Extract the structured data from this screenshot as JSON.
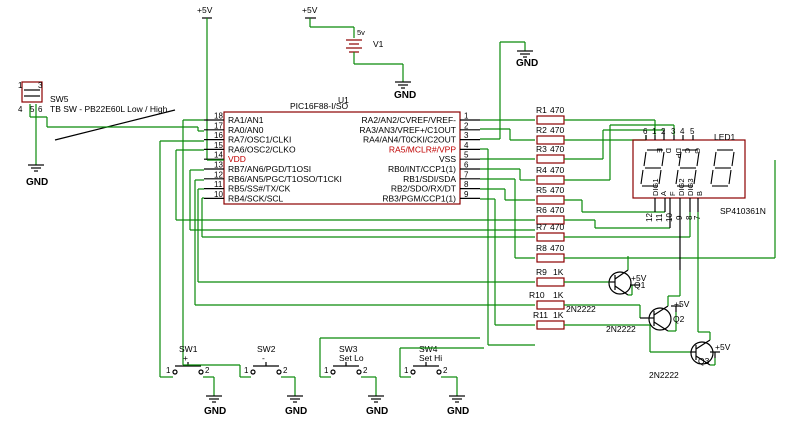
{
  "power": {
    "vplus": "+5V",
    "gnd": "GND",
    "v1_voltage": "5v",
    "v1_ref": "V1"
  },
  "u1": {
    "ref": "U1",
    "part": "PIC16F88-I/SO",
    "left_pins": [
      {
        "num": "18",
        "label": "RA1/AN1"
      },
      {
        "num": "17",
        "label": "RA0/AN0"
      },
      {
        "num": "16",
        "label": "RA7/OSC1/CLKI"
      },
      {
        "num": "15",
        "label": "RA6/OSC2/CLKO"
      },
      {
        "num": "14",
        "label": "VDD"
      },
      {
        "num": "13",
        "label": "RB7/AN6/PGD/T1OSI"
      },
      {
        "num": "12",
        "label": "RB6/AN5/PGC/T1OSO/T1CKI"
      },
      {
        "num": "11",
        "label": "RB5/SS#/TX/CK"
      },
      {
        "num": "10",
        "label": "RB4/SCK/SCL"
      }
    ],
    "right_pins": [
      {
        "num": "1",
        "label": "RA2/AN2/CVREF/VREF-"
      },
      {
        "num": "2",
        "label": "RA3/AN3/VREF+/C1OUT"
      },
      {
        "num": "3",
        "label": "RA4/AN4/T0CKI/C2OUT"
      },
      {
        "num": "4",
        "label": "RA5/MCLR#/VPP"
      },
      {
        "num": "5",
        "label": "VSS"
      },
      {
        "num": "6",
        "label": "RB0/INT/CCP1(1)"
      },
      {
        "num": "7",
        "label": "RB1/SDI/SDA"
      },
      {
        "num": "8",
        "label": "RB2/SDO/RX/DT"
      },
      {
        "num": "9",
        "label": "RB3/PGM/CCP1(1)"
      }
    ]
  },
  "sw5": {
    "ref": "SW5",
    "desc": "TB SW - PB22E60L Low / High",
    "pins": [
      "1",
      "2",
      "3",
      "4",
      "5",
      "6"
    ]
  },
  "resistors": [
    {
      "ref": "R1",
      "value": "470"
    },
    {
      "ref": "R2",
      "value": "470"
    },
    {
      "ref": "R3",
      "value": "470"
    },
    {
      "ref": "R4",
      "value": "470"
    },
    {
      "ref": "R5",
      "value": "470"
    },
    {
      "ref": "R6",
      "value": "470"
    },
    {
      "ref": "R7",
      "value": "470"
    },
    {
      "ref": "R8",
      "value": "470"
    },
    {
      "ref": "R9",
      "value": "1K"
    },
    {
      "ref": "R10",
      "value": "1K"
    },
    {
      "ref": "R11",
      "value": "1K"
    }
  ],
  "led1": {
    "ref": "LED1",
    "part": "SP410361N",
    "top_pins": [
      "1",
      "2",
      "3",
      "4",
      "5",
      "6"
    ],
    "top_labels": [
      "E",
      "D",
      "DP",
      "C",
      "G"
    ],
    "bottom_pins": [
      "12",
      "11",
      "10",
      "9",
      "8",
      "7"
    ],
    "bottom_labels": [
      "DIG1",
      "A",
      "F",
      "DIG2",
      "DIG3",
      "B"
    ]
  },
  "transistors": [
    {
      "ref": "Q1",
      "part": "2N2222"
    },
    {
      "ref": "Q2",
      "part": "2N2222"
    },
    {
      "ref": "Q3",
      "part": "2N2222"
    }
  ],
  "switches": [
    {
      "ref": "SW1",
      "label": "+",
      "p1": "1",
      "p2": "2"
    },
    {
      "ref": "SW2",
      "label": "-",
      "p1": "1",
      "p2": "2"
    },
    {
      "ref": "SW3",
      "label": "Set Lo",
      "p1": "1",
      "p2": "2"
    },
    {
      "ref": "SW4",
      "label": "Set Hi",
      "p1": "1",
      "p2": "2"
    }
  ]
}
